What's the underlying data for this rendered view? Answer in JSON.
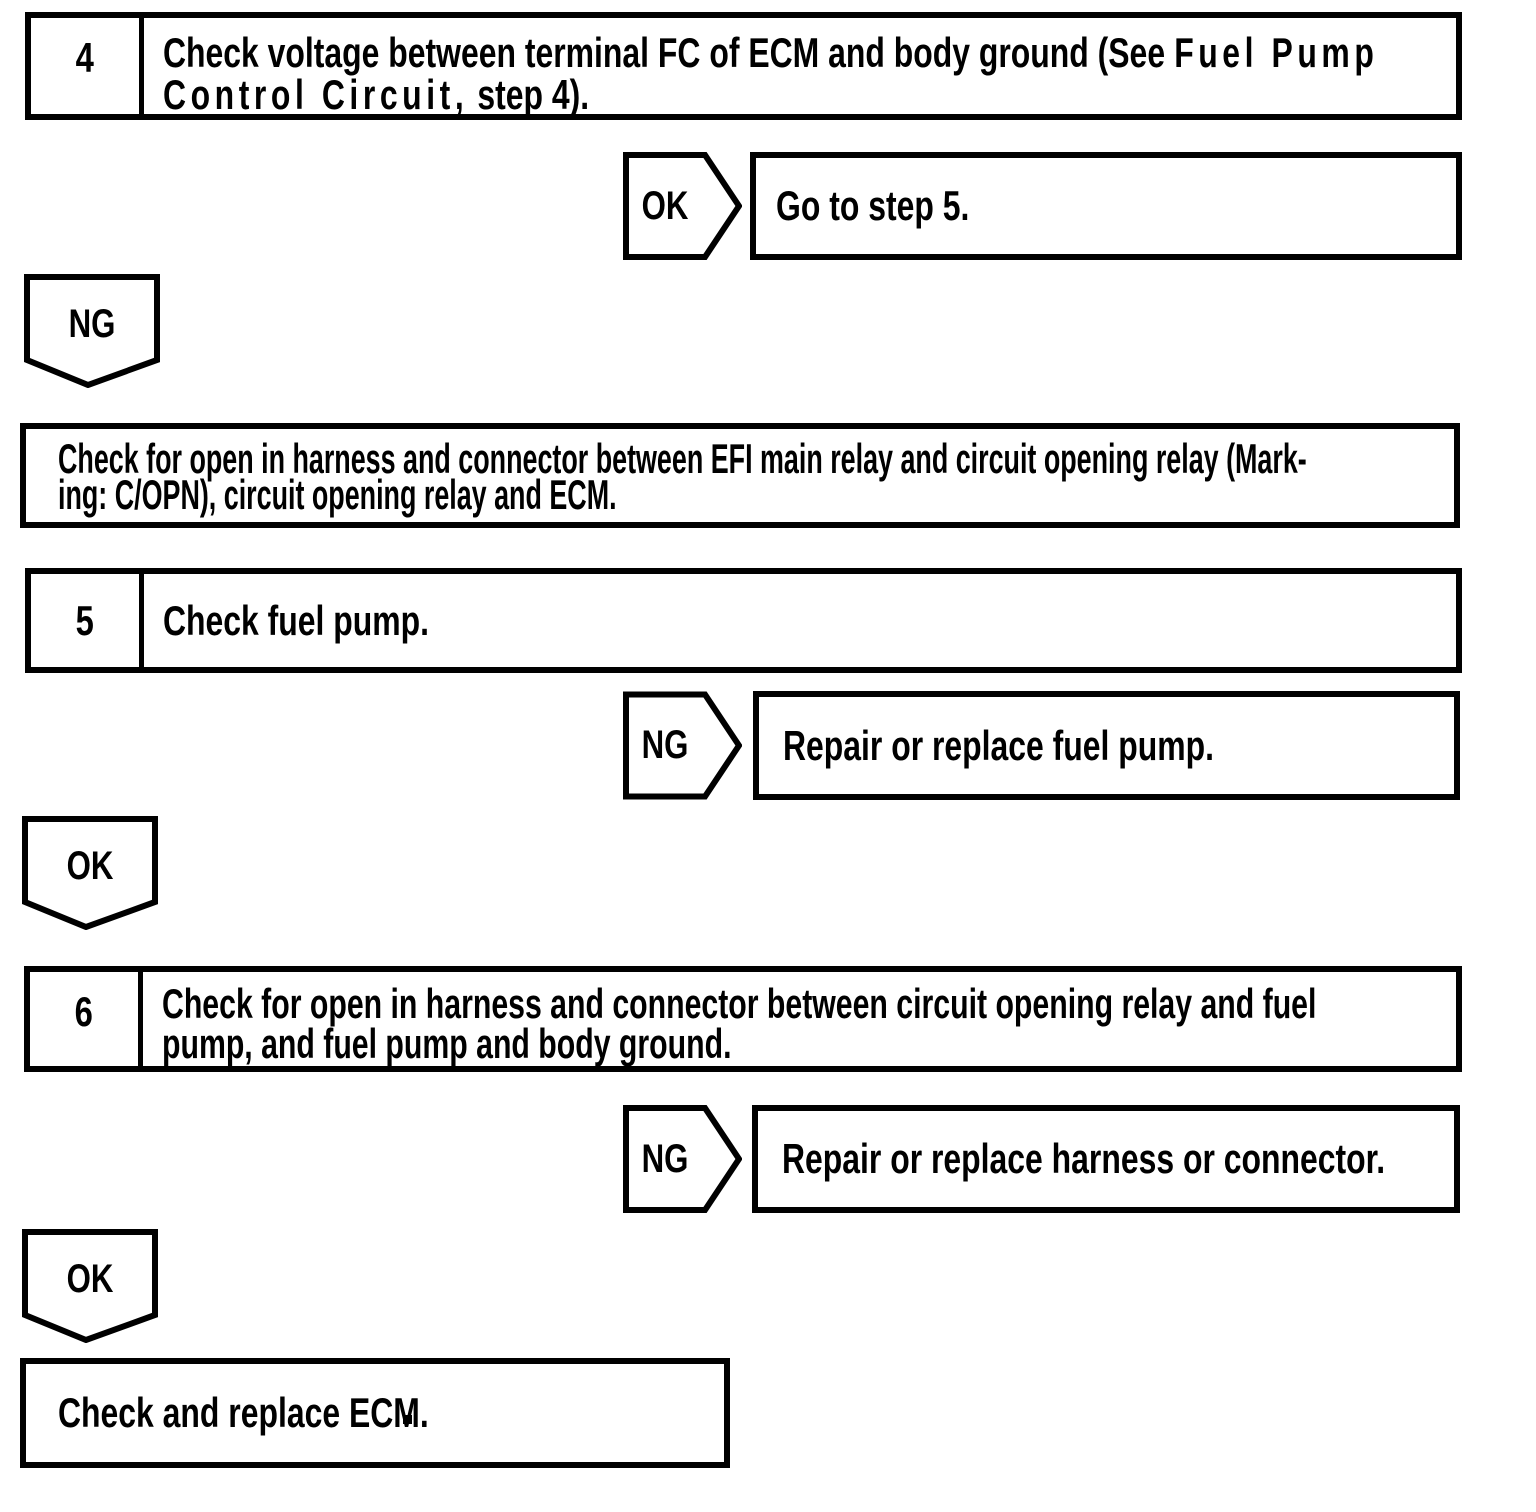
{
  "palette": {
    "ink": "#000000",
    "paper": "#ffffff"
  },
  "step4": {
    "number": "4",
    "line1_normal": "Check voltage between terminal FC of ECM and body ground (See",
    "line1_spaced": "Fuel Pump",
    "line2_spaced": "Control Circuit,",
    "line2_normal": "step 4)."
  },
  "decision4": {
    "ok_label": "OK",
    "ok_result": "Go to step 5.",
    "ng_label": "NG",
    "ng_action_line1": "Check for open in harness and connector between EFI main relay and circuit opening relay (Mark-",
    "ng_action_line2": "ing: C/OPN), circuit opening relay and ECM."
  },
  "step5": {
    "number": "5",
    "text": "Check fuel pump."
  },
  "decision5": {
    "ng_label": "NG",
    "ng_result": "Repair or replace fuel pump.",
    "ok_label": "OK"
  },
  "step6": {
    "number": "6",
    "line1": "Check for open in harness and connector between circuit opening relay and fuel",
    "line2": "pump, and fuel pump and body ground.",
    "ng_label": "NG",
    "ng_result": "Repair or replace harness or connector.",
    "ok_label": "OK"
  },
  "final": {
    "text": "Check and replace ECM."
  }
}
